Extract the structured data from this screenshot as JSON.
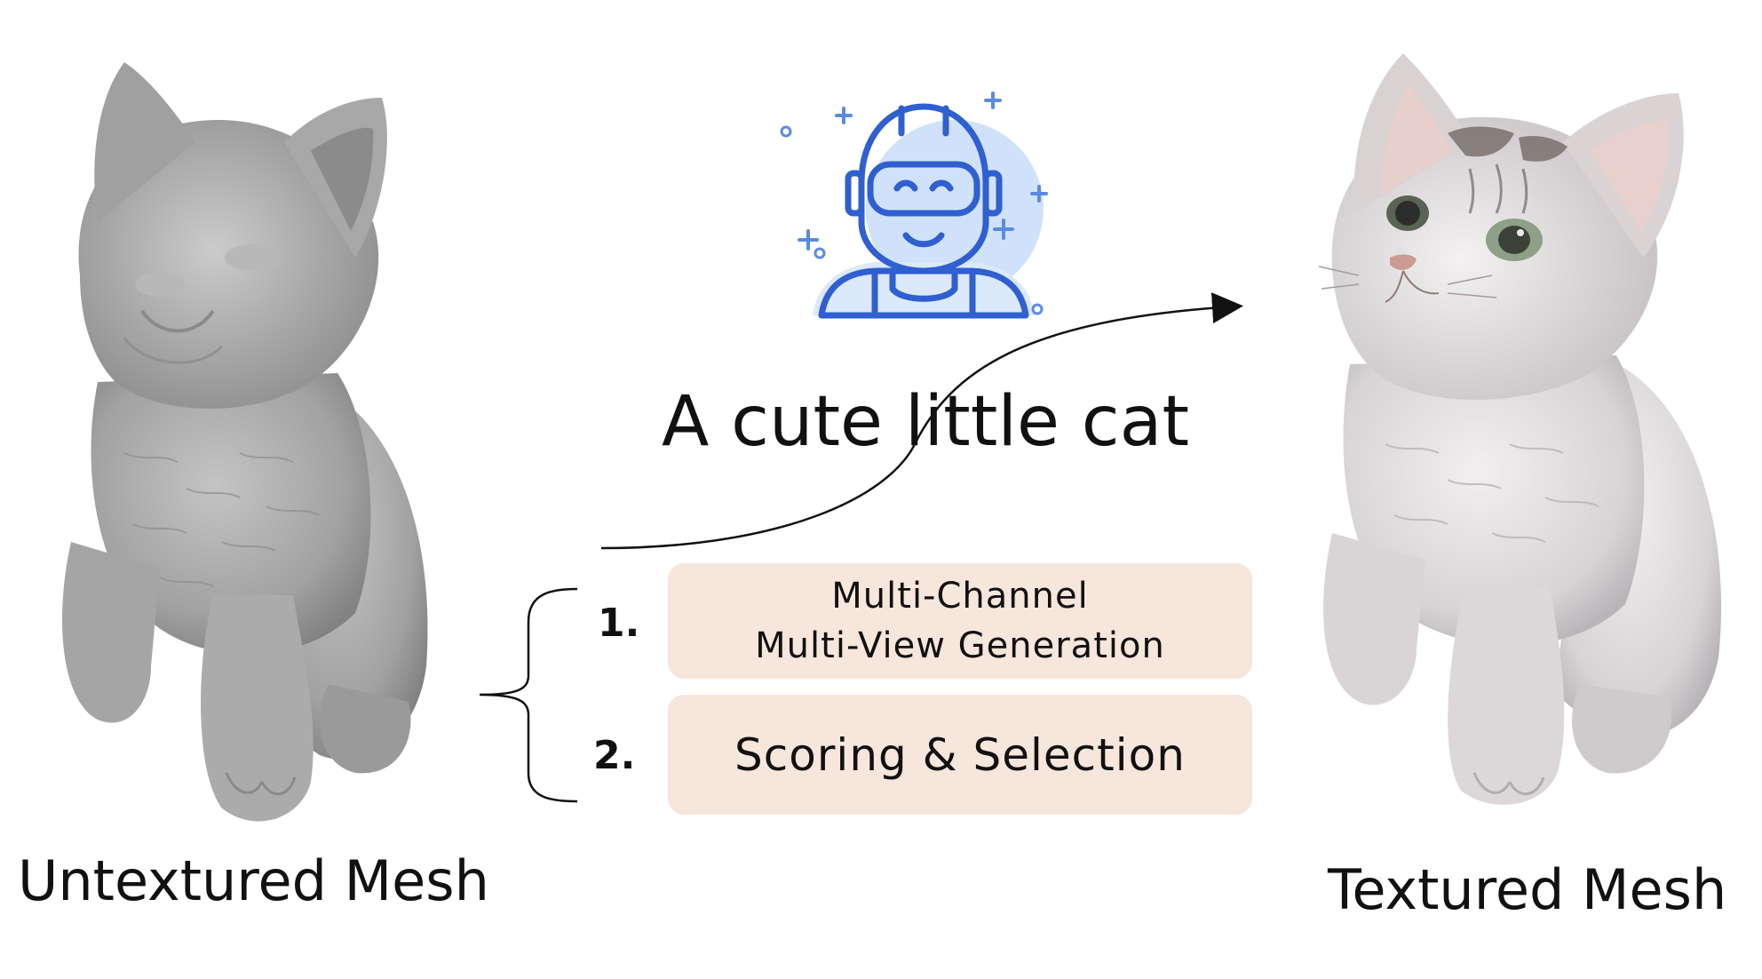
{
  "left": {
    "label": "Untextured Mesh",
    "image": "untextured-cat-mesh",
    "color": "#9c9c9c"
  },
  "right": {
    "label": "Textured Mesh",
    "image": "textured-cat-mesh",
    "color": "#e2dedd"
  },
  "center": {
    "icon": "robot-astronaut-icon",
    "icon_color": "#2f5fd0",
    "icon_bg_color": "#cfe2fa",
    "prompt": "A cute little cat",
    "steps": [
      {
        "number": "1.",
        "lines": [
          "Multi-Channel",
          "Multi-View Generation"
        ]
      },
      {
        "number": "2.",
        "lines": [
          "Scoring & Selection"
        ]
      }
    ],
    "box_color": "#f6e6dc"
  }
}
